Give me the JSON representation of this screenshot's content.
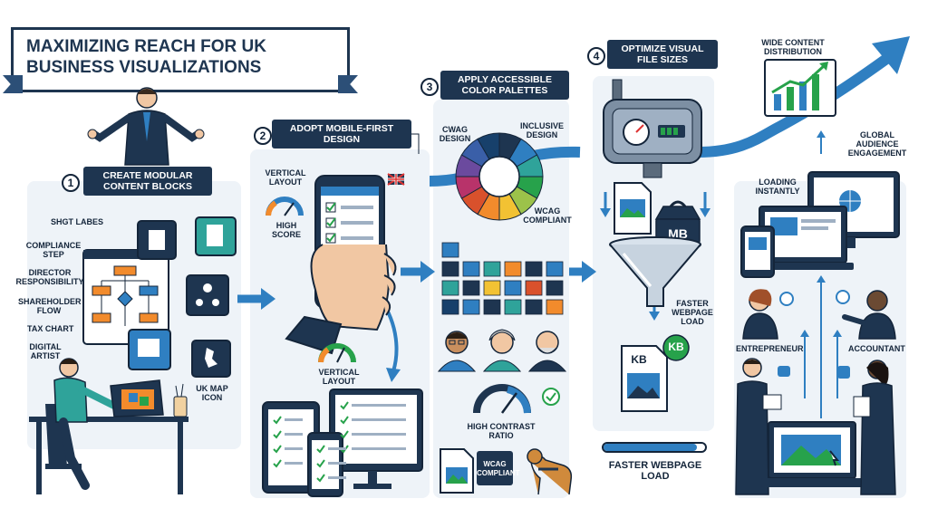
{
  "title": "MAXIMIZING REACH FOR UK BUSINESS VISUALIZATIONS",
  "colors": {
    "navy": "#1e3550",
    "blue": "#2f7fc1",
    "green": "#27a24b",
    "orange": "#f28b2c",
    "teal": "#2fa39a",
    "panel": "#eef3f8"
  },
  "steps": [
    {
      "number": "1",
      "title": "CREATE MODULAR CONTENT BLOCKS",
      "labels": [
        "SHGT LABES",
        "COMPLIANCE STEP",
        "DIRECTOR RESPONSIBILITY",
        "SHAREHOLDER FLOW",
        "TAX CHART",
        "DIGITAL ARTIST",
        "UK MAP ICON"
      ]
    },
    {
      "number": "2",
      "title": "ADOPT MOBILE-FIRST DESIGN",
      "labels": [
        "VERTICAL LAYOUT",
        "HIGH SCORE",
        "VERTICAL LAYOUT"
      ]
    },
    {
      "number": "3",
      "title": "APPLY ACCESSIBLE COLOR PALETTES",
      "labels": [
        "CWAG DESIGN",
        "INCLUSIVE DESIGN",
        "WCAG COMPLIANT",
        "HIGH CONTRAST RATIO",
        "WCAG COMPLIANT"
      ]
    },
    {
      "number": "4",
      "title": "OPTIMIZE VISUAL FILE SIZES",
      "labels": [
        "MB",
        "FASTER WEBPAGE LOAD",
        "KB",
        "KB",
        "FASTER WEBPAGE LOAD"
      ]
    }
  ],
  "distribution": {
    "labels": [
      "WIDE CONTENT DISTRIBUTION",
      "GLOBAL AUDIENCE ENGAGEMENT",
      "LOADING INSTANTLY",
      "ENTREPRENEUR",
      "ACCOUNTANT"
    ]
  }
}
